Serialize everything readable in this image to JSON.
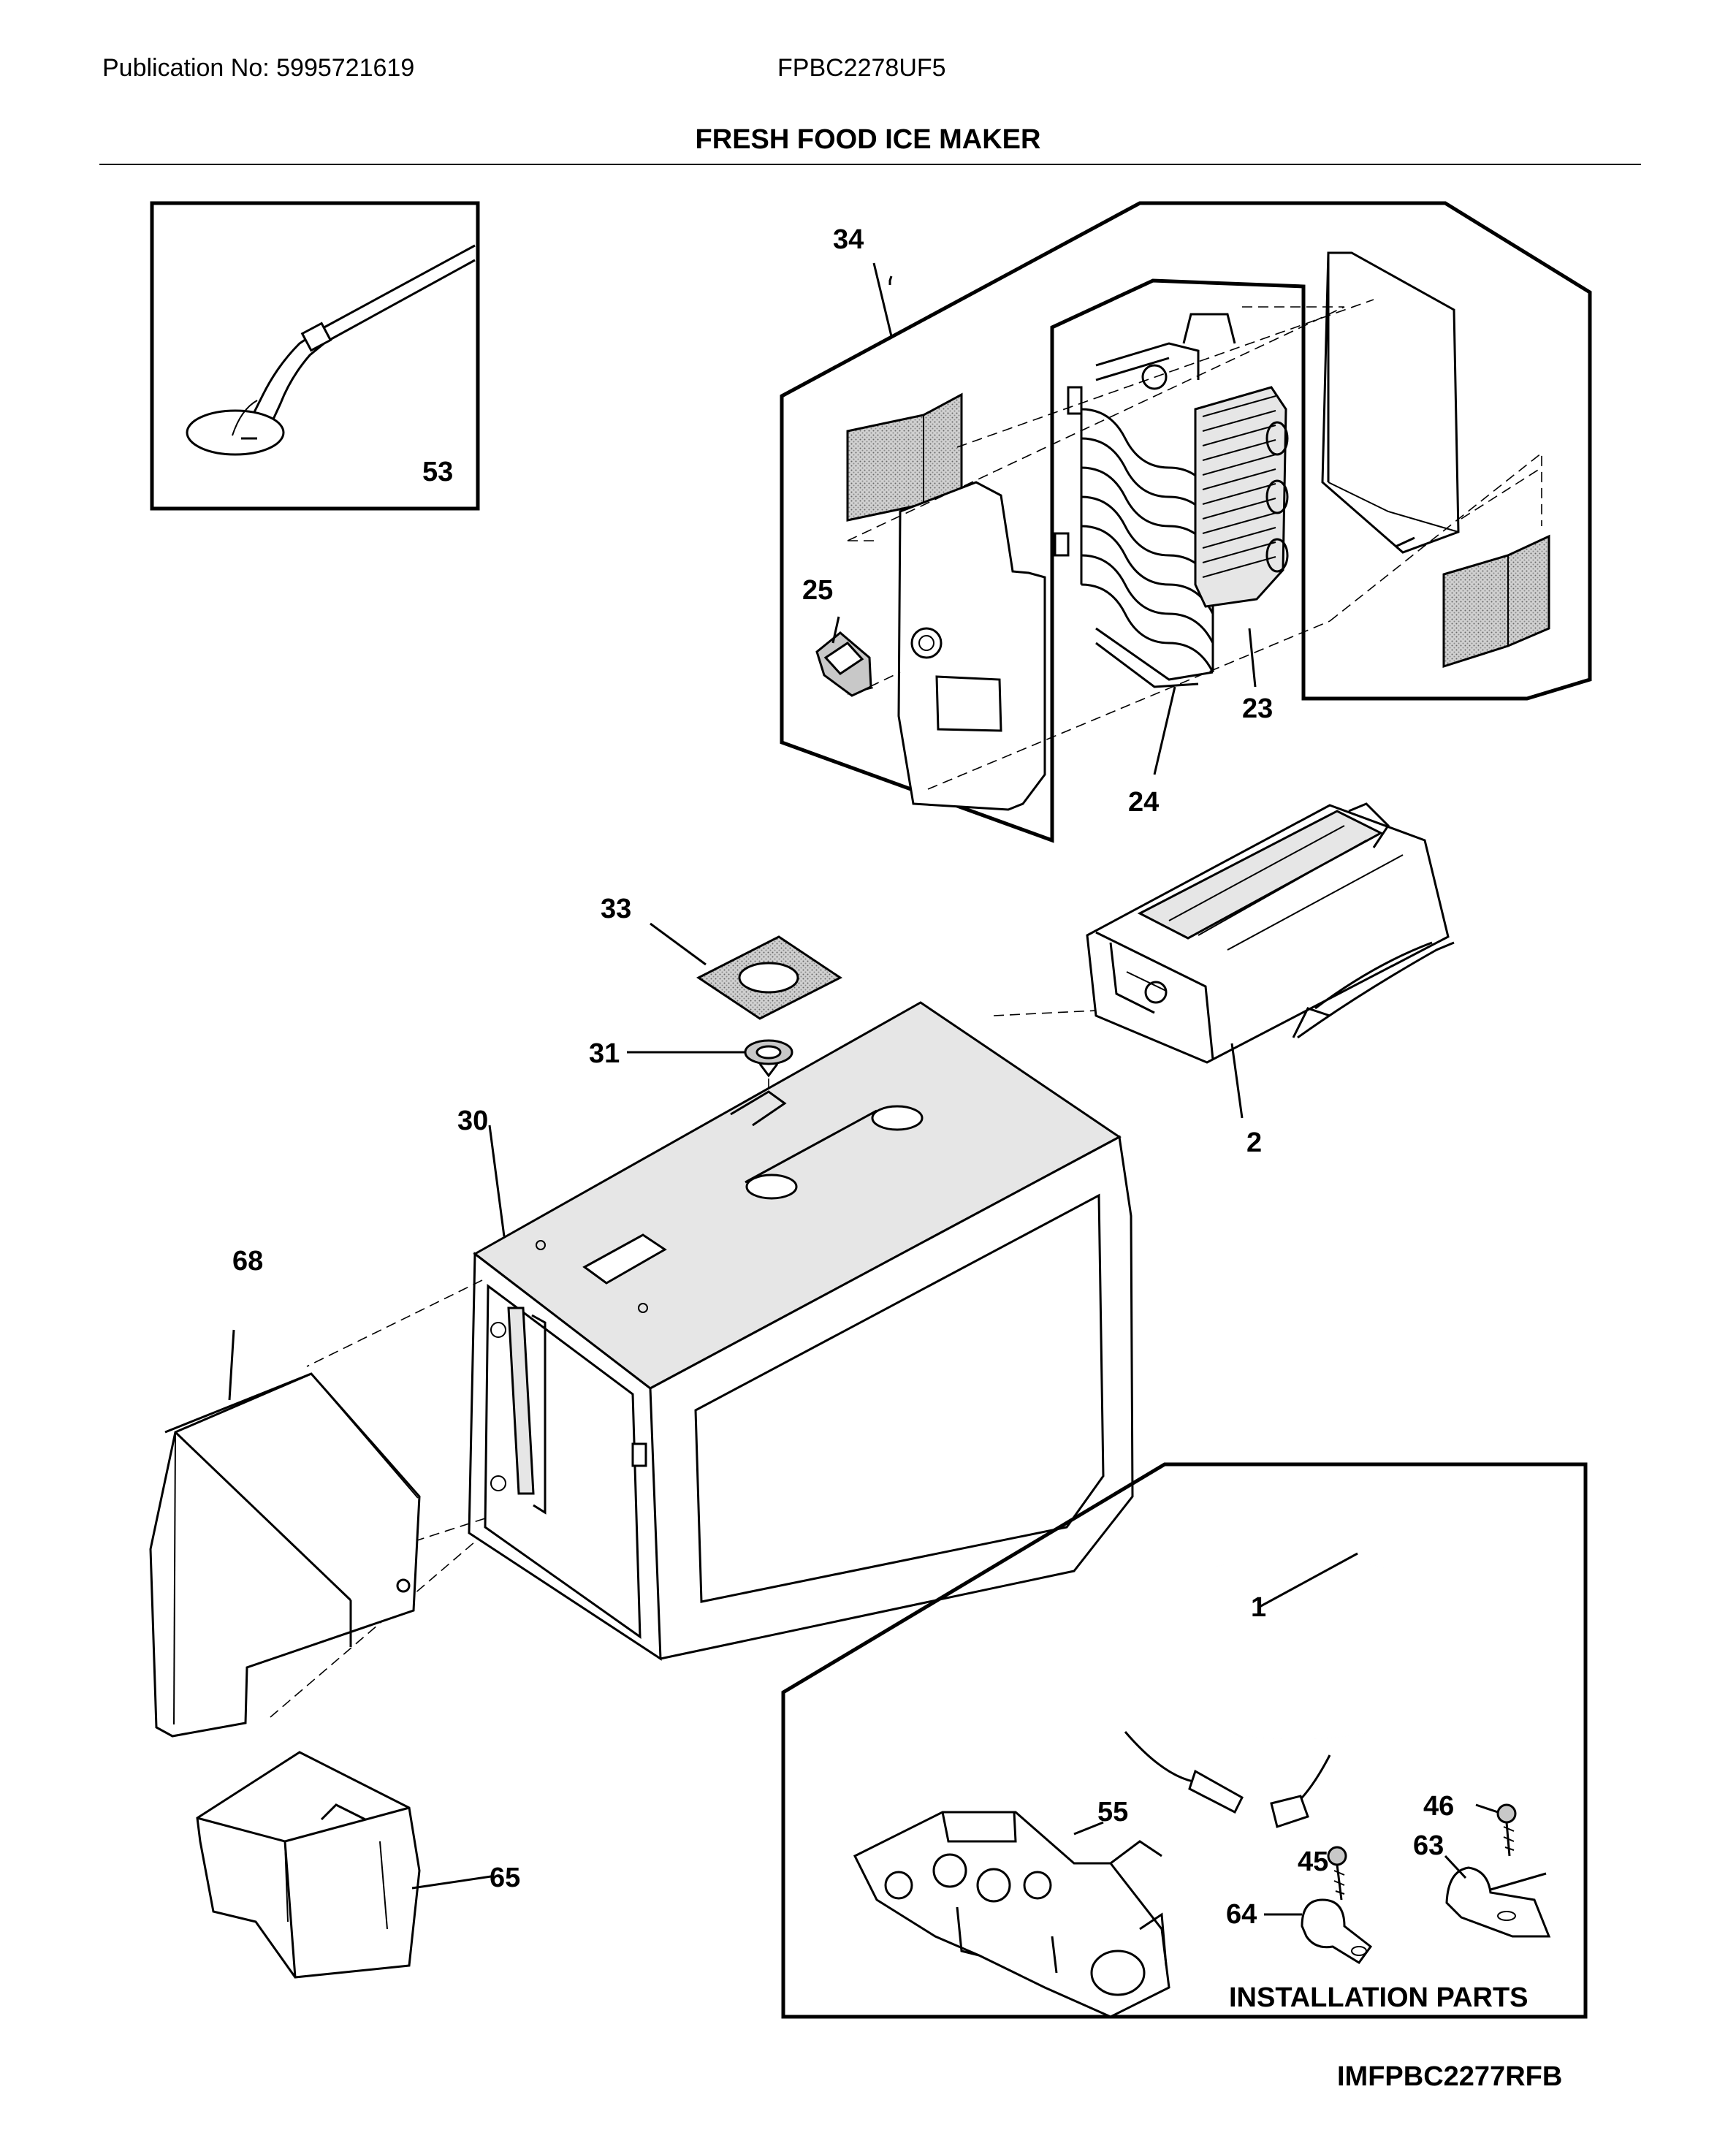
{
  "header": {
    "publication": "Publication No: 5995721619",
    "model": "FPBC2278UF5",
    "title": "FRESH FOOD ICE MAKER"
  },
  "parts": {
    "p53": "53",
    "p34": "34",
    "p25": "25",
    "p23": "23",
    "p24": "24",
    "p33": "33",
    "p31": "31",
    "p30": "30",
    "p2": "2",
    "p68": "68",
    "p65": "65",
    "p1": "1",
    "p55": "55",
    "p46": "46",
    "p45": "45",
    "p63": "63",
    "p64": "64"
  },
  "installation_label": "INSTALLATION PARTS",
  "diagram_code": "IMFPBC2277RFB"
}
